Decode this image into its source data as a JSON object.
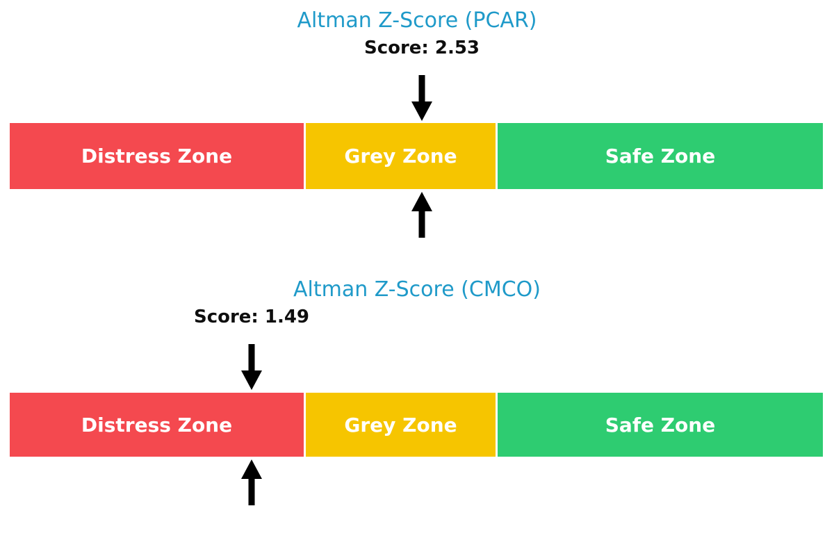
{
  "page": {
    "background": "#ffffff"
  },
  "colors": {
    "title_blue": "#1f9ac9",
    "score_text": "#0e0e0e",
    "zone_label_text": "#ffffff",
    "arrow_black": "#000000",
    "distress_red": "#f4494f",
    "grey_yellow": "#f6c500",
    "safe_green": "#2ecc71"
  },
  "charts": [
    {
      "ticker": "PCAR",
      "title": "Altman Z-Score (PCAR)",
      "score": 2.53,
      "score_label": "Score: 2.53",
      "marker_style": "left:607px",
      "zones": [
        {
          "label": "Distress Zone"
        },
        {
          "label": "Grey Zone"
        },
        {
          "label": "Safe Zone"
        }
      ]
    },
    {
      "ticker": "CMCO",
      "title": "Altman Z-Score (CMCO)",
      "score": 1.49,
      "score_label": "Score: 1.49",
      "marker_style": "left:362px",
      "zones": [
        {
          "label": "Distress Zone"
        },
        {
          "label": "Grey Zone"
        },
        {
          "label": "Safe Zone"
        }
      ]
    }
  ],
  "chart_data": [
    {
      "type": "bar",
      "title": "Altman Z-Score (PCAR)",
      "ticker": "PCAR",
      "score": 2.53,
      "axis_range": [
        0,
        5
      ],
      "grid": false,
      "legend": false,
      "zones": [
        {
          "label": "Distress Zone",
          "range": [
            0,
            1.81
          ],
          "color": "#f4494f"
        },
        {
          "label": "Grey Zone",
          "range": [
            1.81,
            2.99
          ],
          "color": "#f6c500"
        },
        {
          "label": "Safe Zone",
          "range": [
            2.99,
            5
          ],
          "color": "#2ecc71"
        }
      ],
      "marker": "black arrows above and below bar at score position (falls in Grey Zone)",
      "note": "zone numeric ranges estimated from segment widths; axis has no visible tick labels"
    },
    {
      "type": "bar",
      "title": "Altman Z-Score (CMCO)",
      "ticker": "CMCO",
      "score": 1.49,
      "axis_range": [
        0,
        5
      ],
      "grid": false,
      "legend": false,
      "zones": [
        {
          "label": "Distress Zone",
          "range": [
            0,
            1.81
          ],
          "color": "#f4494f"
        },
        {
          "label": "Grey Zone",
          "range": [
            1.81,
            2.99
          ],
          "color": "#f6c500"
        },
        {
          "label": "Safe Zone",
          "range": [
            2.99,
            5
          ],
          "color": "#2ecc71"
        }
      ],
      "marker": "black arrows above and below bar at score position (falls in Distress Zone)",
      "note": "zone numeric ranges estimated from segment widths; axis has no visible tick labels"
    }
  ]
}
